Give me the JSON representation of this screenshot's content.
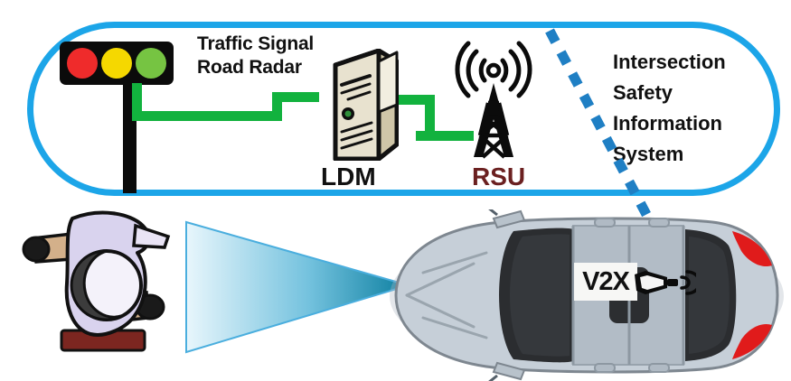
{
  "diagram": {
    "title": "Intersection Safety Information System V2X diagram",
    "accent_color": "#1ca5e8",
    "cable_color": "#12b23e"
  },
  "system_box": {
    "title_lines": [
      "Intersection",
      "Safety",
      "Information",
      "System"
    ],
    "title_text": "Intersection Safety Information System"
  },
  "roadside": {
    "sensor_label_lines": [
      "Traffic Signal",
      "Road Radar"
    ],
    "sensor_label_text": "Traffic Signal Road Radar",
    "server_label": "LDM",
    "tower_label": "RSU",
    "server_label_color": "#111111",
    "tower_label_color": "#6b2020"
  },
  "traffic_light": {
    "name": "traffic-signal",
    "lights": [
      {
        "name": "red",
        "color": "#ef2b2b"
      },
      {
        "name": "yellow",
        "color": "#f5d800"
      },
      {
        "name": "green",
        "color": "#76c442"
      }
    ]
  },
  "vehicle": {
    "name": "car-top-view",
    "body_color": "#c6cfd8",
    "taillight_color": "#e01b1b",
    "v2x_badge": "V2X",
    "v2x_icon": "antenna-transmit-icon",
    "heading": "left"
  },
  "pedestrian": {
    "name": "pedestrian-top-view",
    "clothing_color": "#d9d3ee",
    "skin_color": "#d3b08a",
    "hair_color": "#3c3c3c",
    "base_color": "#7c2620"
  },
  "links": {
    "wired_label": "green-cable",
    "wireless_label": "dashed-v2x-downlink",
    "sensor_cone_label": "radar-detection-cone"
  }
}
